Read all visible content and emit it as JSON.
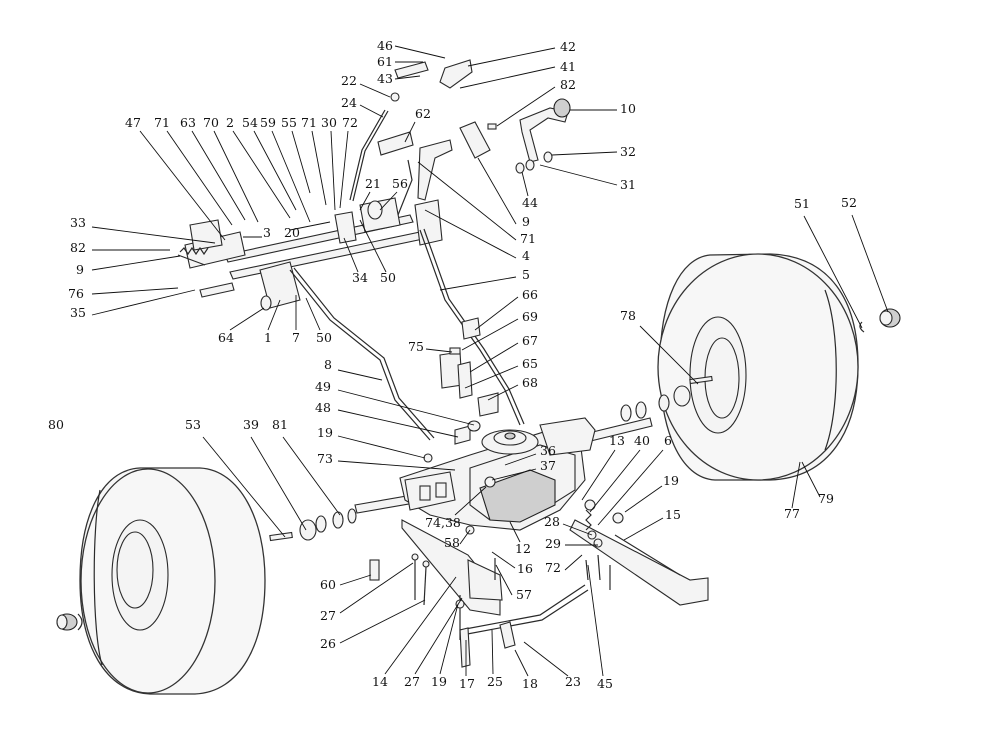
{
  "diagram": {
    "callouts": [
      {
        "id": "46",
        "text": "46"
      },
      {
        "id": "61",
        "text": "61"
      },
      {
        "id": "43",
        "text": "43"
      },
      {
        "id": "42",
        "text": "42"
      },
      {
        "id": "41",
        "text": "41"
      },
      {
        "id": "82a",
        "text": "82"
      },
      {
        "id": "10",
        "text": "10"
      },
      {
        "id": "22",
        "text": "22"
      },
      {
        "id": "24",
        "text": "24"
      },
      {
        "id": "62",
        "text": "62"
      },
      {
        "id": "47",
        "text": "47"
      },
      {
        "id": "71a",
        "text": "71"
      },
      {
        "id": "63",
        "text": "63"
      },
      {
        "id": "70",
        "text": "70"
      },
      {
        "id": "2",
        "text": "2"
      },
      {
        "id": "54",
        "text": "54"
      },
      {
        "id": "59",
        "text": "59"
      },
      {
        "id": "55",
        "text": "55"
      },
      {
        "id": "71b",
        "text": "71"
      },
      {
        "id": "30",
        "text": "30"
      },
      {
        "id": "72a",
        "text": "72"
      },
      {
        "id": "32",
        "text": "32"
      },
      {
        "id": "31",
        "text": "31"
      },
      {
        "id": "44",
        "text": "44"
      },
      {
        "id": "9a",
        "text": "9"
      },
      {
        "id": "71c",
        "text": "71"
      },
      {
        "id": "4",
        "text": "4"
      },
      {
        "id": "21",
        "text": "21"
      },
      {
        "id": "56",
        "text": "56"
      },
      {
        "id": "33",
        "text": "33"
      },
      {
        "id": "3",
        "text": "3"
      },
      {
        "id": "20",
        "text": "20"
      },
      {
        "id": "82b",
        "text": "82"
      },
      {
        "id": "9b",
        "text": "9"
      },
      {
        "id": "76",
        "text": "76"
      },
      {
        "id": "35",
        "text": "35"
      },
      {
        "id": "34",
        "text": "34"
      },
      {
        "id": "50a",
        "text": "50"
      },
      {
        "id": "5",
        "text": "5"
      },
      {
        "id": "51",
        "text": "51"
      },
      {
        "id": "52",
        "text": "52"
      },
      {
        "id": "66",
        "text": "66"
      },
      {
        "id": "69",
        "text": "69"
      },
      {
        "id": "64",
        "text": "64"
      },
      {
        "id": "1",
        "text": "1"
      },
      {
        "id": "7",
        "text": "7"
      },
      {
        "id": "50b",
        "text": "50"
      },
      {
        "id": "75",
        "text": "75"
      },
      {
        "id": "67",
        "text": "67"
      },
      {
        "id": "78",
        "text": "78"
      },
      {
        "id": "8",
        "text": "8"
      },
      {
        "id": "65",
        "text": "65"
      },
      {
        "id": "68",
        "text": "68"
      },
      {
        "id": "49",
        "text": "49"
      },
      {
        "id": "48",
        "text": "48"
      },
      {
        "id": "80",
        "text": "80"
      },
      {
        "id": "53",
        "text": "53"
      },
      {
        "id": "39",
        "text": "39"
      },
      {
        "id": "81",
        "text": "81"
      },
      {
        "id": "19a",
        "text": "19"
      },
      {
        "id": "36",
        "text": "36"
      },
      {
        "id": "13",
        "text": "13"
      },
      {
        "id": "40",
        "text": "40"
      },
      {
        "id": "6",
        "text": "6"
      },
      {
        "id": "73",
        "text": "73"
      },
      {
        "id": "37",
        "text": "37"
      },
      {
        "id": "19b",
        "text": "19"
      },
      {
        "id": "15",
        "text": "15"
      },
      {
        "id": "79",
        "text": "79"
      },
      {
        "id": "77",
        "text": "77"
      },
      {
        "id": "7438",
        "text": "74,38"
      },
      {
        "id": "28",
        "text": "28"
      },
      {
        "id": "58",
        "text": "58"
      },
      {
        "id": "12",
        "text": "12"
      },
      {
        "id": "29",
        "text": "29"
      },
      {
        "id": "16",
        "text": "16"
      },
      {
        "id": "72b",
        "text": "72"
      },
      {
        "id": "60",
        "text": "60"
      },
      {
        "id": "57",
        "text": "57"
      },
      {
        "id": "27a",
        "text": "27"
      },
      {
        "id": "26",
        "text": "26"
      },
      {
        "id": "14",
        "text": "14"
      },
      {
        "id": "27b",
        "text": "27"
      },
      {
        "id": "19c",
        "text": "19"
      },
      {
        "id": "17",
        "text": "17"
      },
      {
        "id": "25",
        "text": "25"
      },
      {
        "id": "18",
        "text": "18"
      },
      {
        "id": "23",
        "text": "23"
      },
      {
        "id": "45",
        "text": "45"
      }
    ]
  }
}
